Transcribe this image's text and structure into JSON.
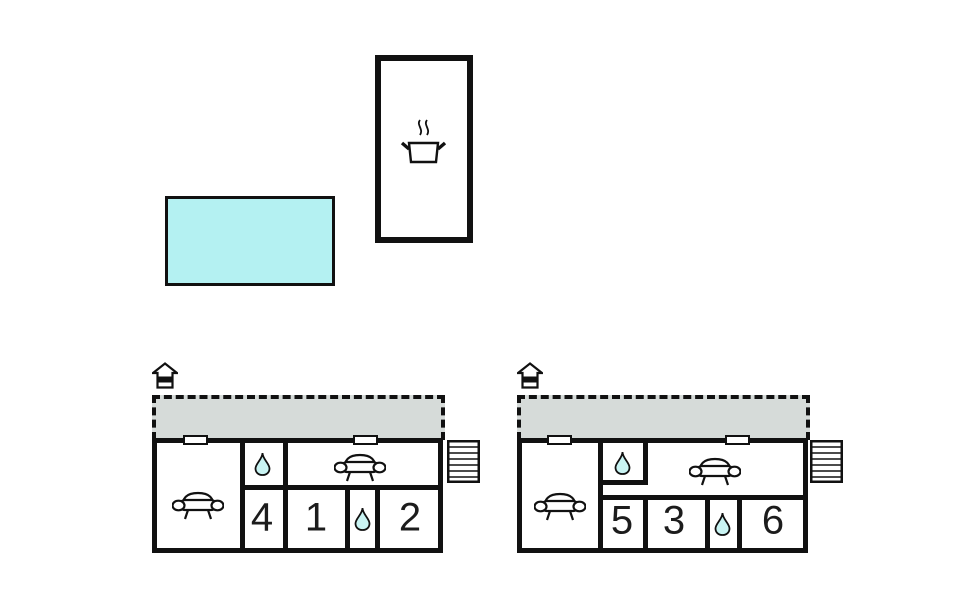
{
  "colors": {
    "background": "#ffffff",
    "wall": "#111111",
    "pool_fill": "#b4f1f2",
    "terrace_fill": "#d6dbd9",
    "drop_fill": "#c9f4f3"
  },
  "outbuilding": {
    "icon": "cooking-pot-with-steam"
  },
  "pool": {
    "type": "swimming-pool"
  },
  "units": [
    {
      "id": "unit-1",
      "floor_indicator_icon": "house-ground-floor",
      "terrace": {
        "border_style": "dashed"
      },
      "rooms": [
        {
          "number": "4"
        },
        {
          "number": "1"
        },
        {
          "number": "2"
        }
      ],
      "icons": {
        "sofas": 2,
        "water_drops": 2,
        "windows": 2,
        "stairs": 1
      }
    },
    {
      "id": "unit-2",
      "floor_indicator_icon": "house-ground-floor",
      "terrace": {
        "border_style": "dashed"
      },
      "rooms": [
        {
          "number": "5"
        },
        {
          "number": "3"
        },
        {
          "number": "6"
        }
      ],
      "icons": {
        "sofas": 2,
        "water_drops": 2,
        "windows": 2,
        "stairs": 1
      }
    }
  ]
}
